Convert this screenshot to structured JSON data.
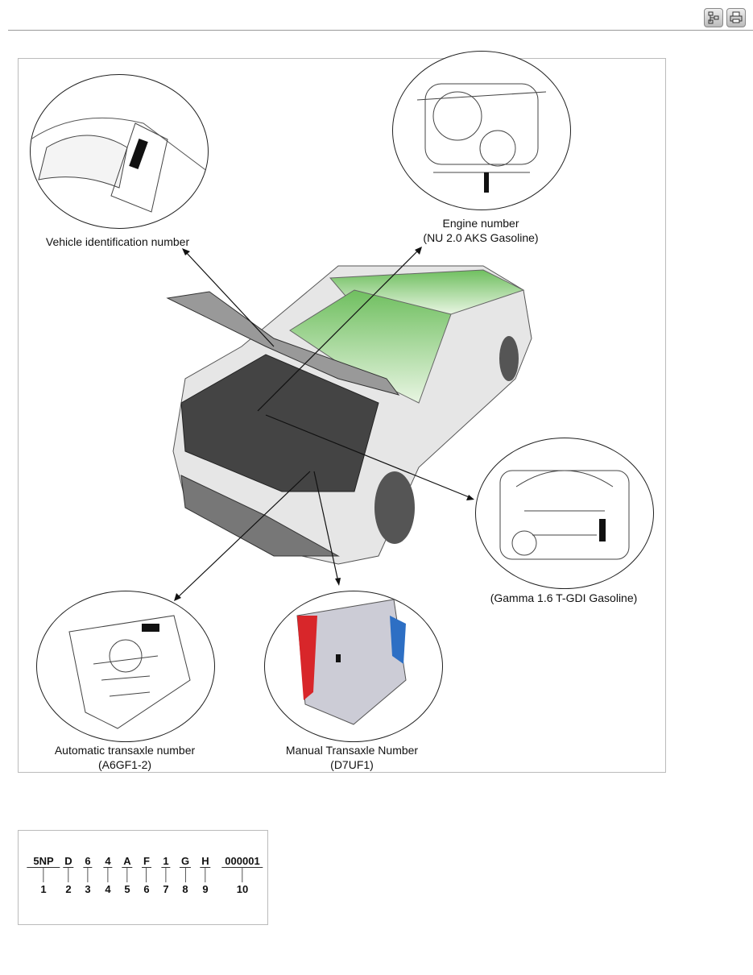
{
  "toolbar": {
    "icons": [
      "sitemap-icon",
      "print-icon"
    ]
  },
  "figure": {
    "labels": {
      "vin": "Vehicle identification number",
      "engine_line1": "Engine number",
      "engine_line2": "(NU 2.0 AKS Gasoline)",
      "gamma": "(Gamma 1.6 T-GDI Gasoline)",
      "auto_line1": "Automatic transaxle number",
      "auto_line2": "(A6GF1-2)",
      "manual_line1": "Manual Transaxle Number",
      "manual_line2": "(D7UF1)"
    },
    "colors": {
      "glass": "#8fcf80",
      "transaxle_red": "#d8262a",
      "transaxle_blue": "#2d6fc4"
    }
  },
  "vin": {
    "codes": [
      "5NP",
      "D",
      "6",
      "4",
      "A",
      "F",
      "1",
      "G",
      "H",
      "000001"
    ],
    "positions": [
      "1",
      "2",
      "3",
      "4",
      "5",
      "6",
      "7",
      "8",
      "9",
      "10"
    ]
  }
}
